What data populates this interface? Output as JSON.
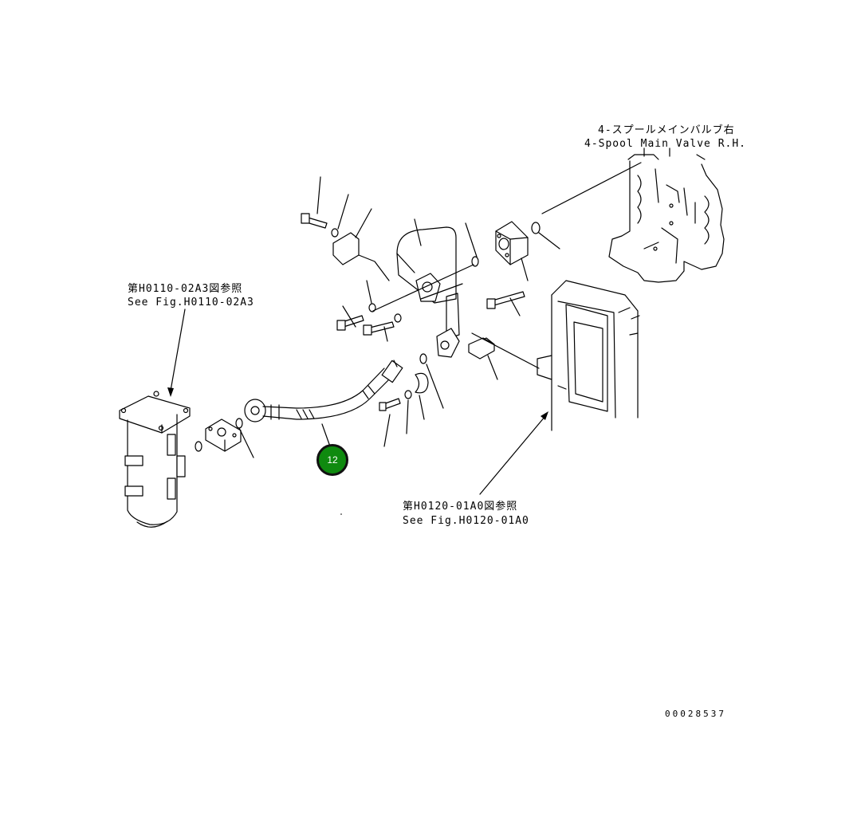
{
  "labels": {
    "main_valve_jp": "4-スプールメインバルブ右",
    "main_valve_en": "4-Spool Main Valve R.H.",
    "ref_filter_jp": "第H0110-02A3図参照",
    "ref_filter_en": "See Fig.H0110-02A3",
    "ref_frame_jp": "第H0120-01A0図参照",
    "ref_frame_en": "See Fig.H0120-01A0",
    "drawing_number": "00028537"
  },
  "callouts": [
    {
      "number": "12",
      "color": "#0f8a0f"
    }
  ],
  "colors": {
    "line": "#000000",
    "background": "#ffffff",
    "callout_fill": "#0f8a0f"
  }
}
